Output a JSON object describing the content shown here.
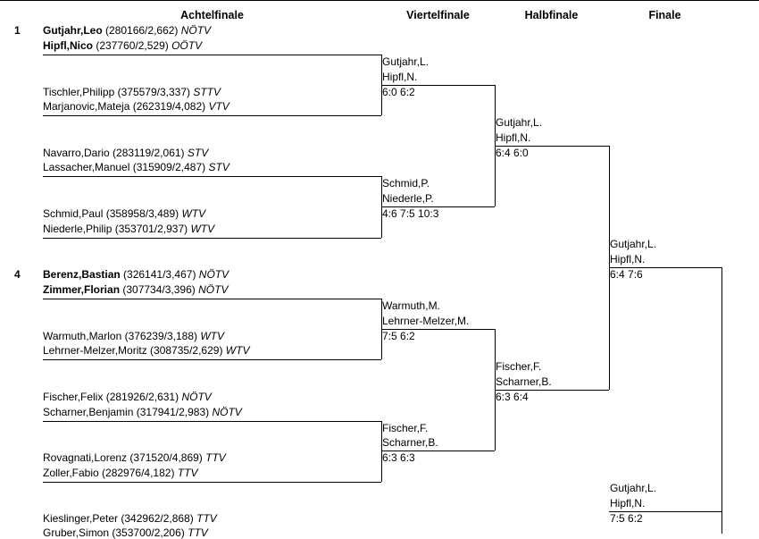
{
  "headers": {
    "achtelfinale": "Achtelfinale",
    "viertelfinale": "Viertelfinale",
    "halbfinale": "Halbfinale",
    "finale": "Finale"
  },
  "seeds": {
    "top": "1",
    "bottom": "4"
  },
  "round16": [
    {
      "p1": {
        "name": "Gutjahr,Leo",
        "info": " (280166/2,662) ",
        "club": "NÖTV"
      },
      "p2": {
        "name": "Hipfl,Nico",
        "info": " (237760/2,529) ",
        "club": "OÖTV"
      }
    },
    {
      "p1": {
        "name": "Tischler,Philipp",
        "info": " (375579/3,337) ",
        "club": "STTV"
      },
      "p2": {
        "name": "Marjanovic,Mateja",
        "info": " (262319/4,082) ",
        "club": "VTV"
      }
    },
    {
      "p1": {
        "name": "Navarro,Dario",
        "info": " (283119/2,061) ",
        "club": "STV"
      },
      "p2": {
        "name": "Lassacher,Manuel",
        "info": " (315909/2,487) ",
        "club": "STV"
      }
    },
    {
      "p1": {
        "name": "Schmid,Paul",
        "info": " (358958/3,489) ",
        "club": "WTV"
      },
      "p2": {
        "name": "Niederle,Philip",
        "info": " (353701/2,937) ",
        "club": "WTV"
      }
    },
    {
      "p1": {
        "name": "Berenz,Bastian",
        "info": " (326141/3,467) ",
        "club": "NÖTV"
      },
      "p2": {
        "name": "Zimmer,Florian",
        "info": " (307734/3,396) ",
        "club": "NÖTV"
      }
    },
    {
      "p1": {
        "name": "Warmuth,Marlon",
        "info": " (376239/3,188) ",
        "club": "WTV"
      },
      "p2": {
        "name": "Lehrner-Melzer,Moritz",
        "info": " (308735/2,629) ",
        "club": "WTV"
      }
    },
    {
      "p1": {
        "name": "Fischer,Felix",
        "info": " (281926/2,631) ",
        "club": "NÖTV"
      },
      "p2": {
        "name": "Scharner,Benjamin",
        "info": " (317941/2,983) ",
        "club": "NÖTV"
      }
    },
    {
      "p1": {
        "name": "Rovagnati,Lorenz",
        "info": " (371520/4,869) ",
        "club": "TTV"
      },
      "p2": {
        "name": "Zoller,Fabio",
        "info": " (282976/4,182) ",
        "club": "TTV"
      }
    },
    {
      "p1": {
        "name": "Kieslinger,Peter",
        "info": " (342962/2,868) ",
        "club": "TTV"
      },
      "p2": {
        "name": "Gruber,Simon",
        "info": " (353700/2,206) ",
        "club": "TTV"
      }
    }
  ],
  "quarterfinals": [
    {
      "w1": "Gutjahr,L.",
      "w2": "Hipfl,N.",
      "score": "6:0 6:2"
    },
    {
      "w1": "Schmid,P.",
      "w2": "Niederle,P.",
      "score": "4:6 7:5 10:3"
    },
    {
      "w1": "Warmuth,M.",
      "w2": "Lehrner-Melzer,M.",
      "score": "7:5 6:2"
    },
    {
      "w1": "Fischer,F.",
      "w2": "Scharner,B.",
      "score": "6:3 6:3"
    }
  ],
  "semifinals": [
    {
      "w1": "Gutjahr,L.",
      "w2": "Hipfl,N.",
      "score": "6:4 6:0"
    },
    {
      "w1": "Fischer,F.",
      "w2": "Scharner,B.",
      "score": "6:3 6:4"
    }
  ],
  "finals": [
    {
      "w1": "Gutjahr,L.",
      "w2": "Hipfl,N.",
      "score": "6:4 7:6"
    },
    {
      "w1": "Gutjahr,L.",
      "w2": "Hipfl,N.",
      "score": "7:5 6:2"
    }
  ]
}
